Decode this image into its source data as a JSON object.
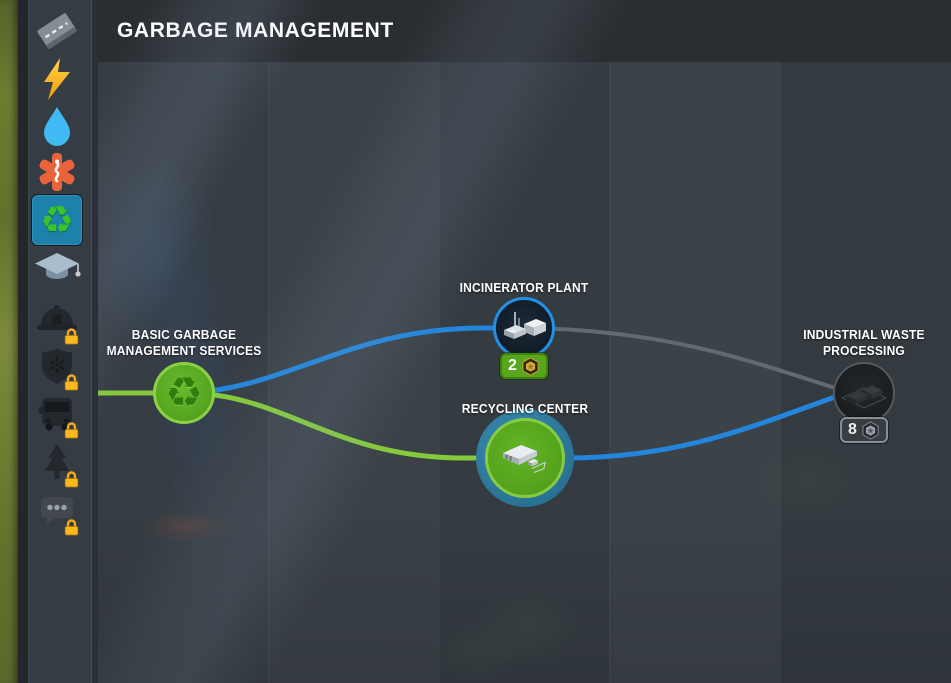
{
  "header": {
    "title": "GARBAGE MANAGEMENT"
  },
  "sidebar": {
    "selected_highlight": "#1d81ac",
    "items": [
      {
        "name": "roads",
        "locked": false,
        "selected": false
      },
      {
        "name": "electricity",
        "locked": false,
        "selected": false
      },
      {
        "name": "water-sewage",
        "locked": false,
        "selected": false
      },
      {
        "name": "healthcare",
        "locked": false,
        "selected": false
      },
      {
        "name": "garbage-management",
        "locked": false,
        "selected": true
      },
      {
        "name": "education",
        "locked": false,
        "selected": false
      },
      {
        "name": "fire-rescue",
        "locked": true,
        "selected": false
      },
      {
        "name": "police",
        "locked": true,
        "selected": false
      },
      {
        "name": "transportation",
        "locked": true,
        "selected": false
      },
      {
        "name": "parks-recreation",
        "locked": true,
        "selected": false
      },
      {
        "name": "communications",
        "locked": true,
        "selected": false
      }
    ]
  },
  "icons": {
    "recycle_glyph": "♻"
  },
  "tree": {
    "nodes": [
      {
        "id": "basic-garbage-services",
        "label": "BASIC GARBAGE MANAGEMENT SERVICES",
        "label_lines": [
          "BASIC GARBAGE",
          "MANAGEMENT SERVICES"
        ],
        "state": "unlocked",
        "cost": ""
      },
      {
        "id": "incinerator-plant",
        "label": "INCINERATOR PLANT",
        "label_lines": [
          "INCINERATOR PLANT"
        ],
        "state": "available",
        "cost": "2"
      },
      {
        "id": "recycling-center",
        "label": "RECYCLING CENTER",
        "label_lines": [
          "RECYCLING CENTER"
        ],
        "state": "unlocked",
        "cost": ""
      },
      {
        "id": "industrial-waste-processing",
        "label": "INDUSTRIAL WASTE PROCESSING",
        "label_lines": [
          "INDUSTRIAL WASTE",
          "PROCESSING"
        ],
        "state": "locked",
        "cost": "8"
      }
    ],
    "colors": {
      "unlocked_green": "#5cae25",
      "available_blue": "#2191e6",
      "locked_gray": "#54595e",
      "line_green": "#85c93c",
      "line_blue": "#2385db",
      "line_gray": "#64696d",
      "ring_teal": "#2c7ba3"
    }
  }
}
